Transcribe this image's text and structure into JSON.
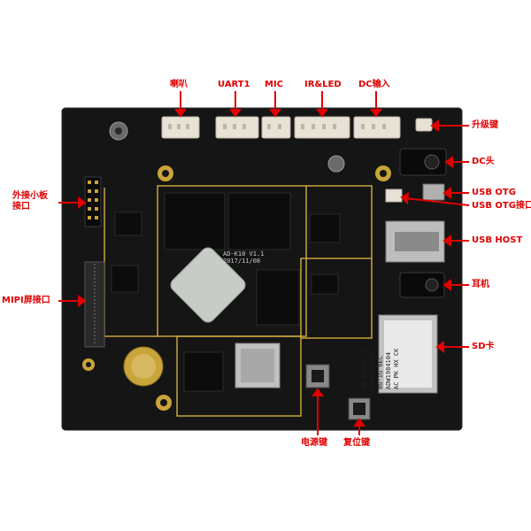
{
  "labels": {
    "speaker": "喇叭",
    "uart1": "UART1",
    "mic": "MIC",
    "ir_led": "IR&LED",
    "dc_input": "DC输入",
    "upgrade_key": "升级键",
    "dc_jack": "DC头",
    "usb_otg": "USB OTG",
    "usb_otg_port": "USB OTG接口",
    "usb_host": "USB HOST",
    "earphone": "耳机",
    "sd_card": "SD卡",
    "power_key": "电源键",
    "reset_key": "复位键",
    "ext_board_port": "外接小板\n接口",
    "mipi_port": "MIPI屏接口"
  },
  "silkscreen": {
    "soc_marking_1": "AD-K10 V1.1",
    "soc_marking_2": "2017/11/08",
    "sd_marking_1": "AD-K10-V1.1",
    "sd_marking_2": "CXM8056131",
    "sd_marking_3": "8G-1G 6EL",
    "sd_marking_4": "ADW1984104",
    "sd_marking_5": "AC PK HX CK"
  },
  "colors": {
    "label": "#e00000",
    "board": "#141414",
    "gold": "#c9a43a"
  }
}
